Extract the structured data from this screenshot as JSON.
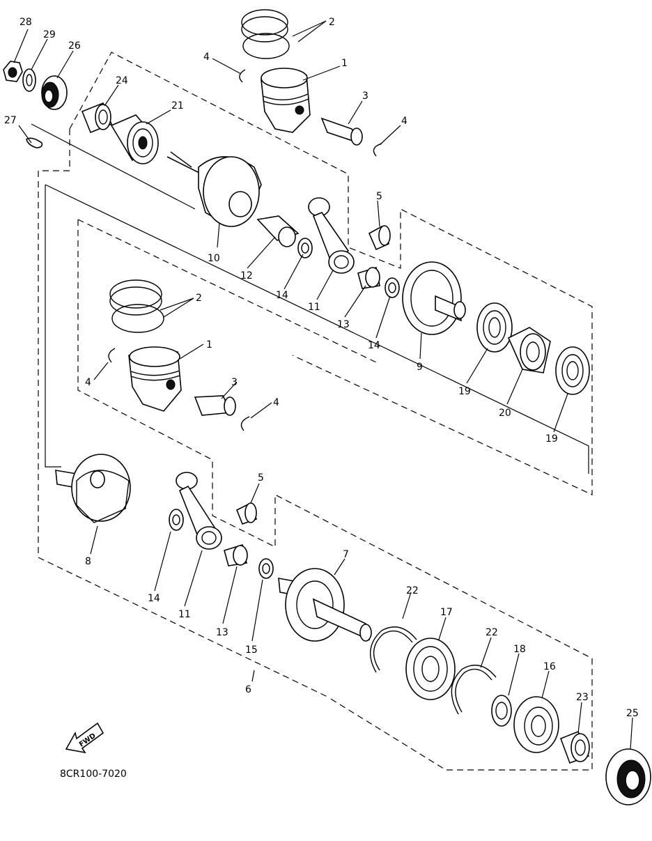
{
  "diagram_code": "8CR100-7020",
  "fwd_label": "FWD",
  "callouts": {
    "c28": "28",
    "c29": "29",
    "c26": "26",
    "c27": "27",
    "c24": "24",
    "c21": "21",
    "c2a": "2",
    "c4a": "4",
    "c1a": "1",
    "c3a": "3",
    "c4b": "4",
    "c5a": "5",
    "c10": "10",
    "c12": "12",
    "c14a": "14",
    "c11a": "11",
    "c13a": "13",
    "c14b": "14",
    "c9": "9",
    "c19a": "19",
    "c20": "20",
    "c19b": "19",
    "c2b": "2",
    "c1b": "1",
    "c4c": "4",
    "c3b": "3",
    "c4d": "4",
    "c5b": "5",
    "c8": "8",
    "c14c": "14",
    "c11b": "11",
    "c13b": "13",
    "c15": "15",
    "c7": "7",
    "c22a": "22",
    "c17": "17",
    "c22b": "22",
    "c18": "18",
    "c16": "16",
    "c23": "23",
    "c25": "25",
    "c6": "6"
  },
  "icons": {
    "fwd_arrow": "fwd-arrow-icon"
  }
}
